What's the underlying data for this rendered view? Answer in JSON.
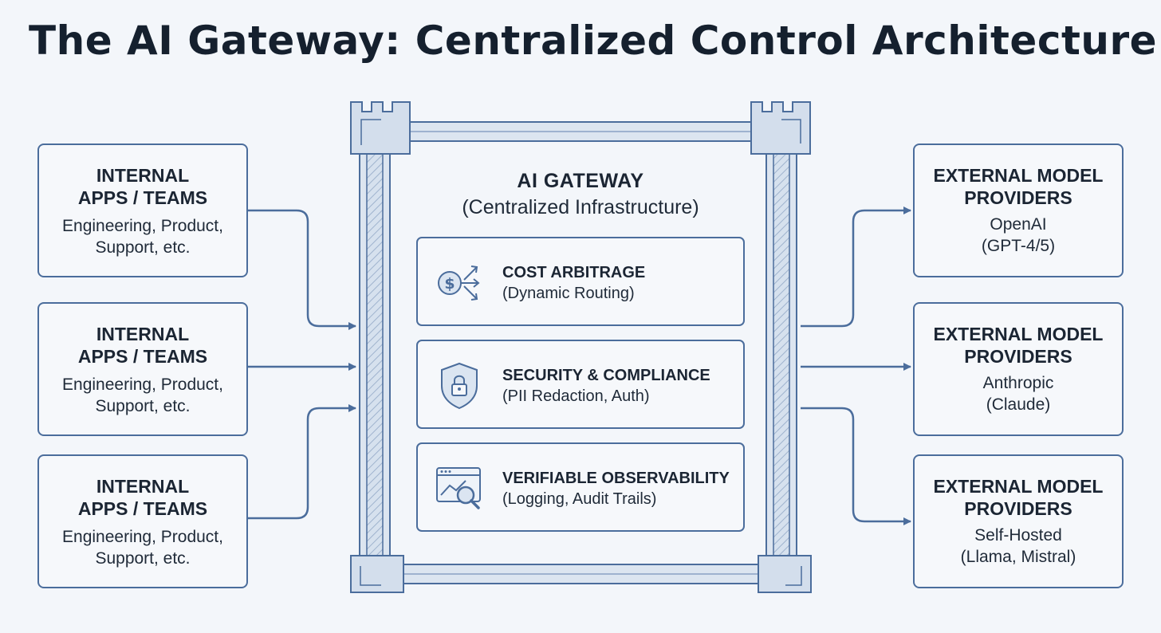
{
  "title": "The AI Gateway: Centralized Control Architecture",
  "internal_apps": [
    {
      "heading_line1": "INTERNAL",
      "heading_line2": "APPS / TEAMS",
      "detail_line1": "Engineering, Product,",
      "detail_line2": "Support, etc."
    },
    {
      "heading_line1": "INTERNAL",
      "heading_line2": "APPS / TEAMS",
      "detail_line1": "Engineering, Product,",
      "detail_line2": "Support, etc."
    },
    {
      "heading_line1": "INTERNAL",
      "heading_line2": "APPS / TEAMS",
      "detail_line1": "Engineering, Product,",
      "detail_line2": "Support, etc."
    }
  ],
  "gateway": {
    "title": "AI GATEWAY",
    "subtitle": "(Centralized Infrastructure)",
    "features": [
      {
        "heading": "COST ARBITRAGE",
        "detail": "(Dynamic Routing)",
        "icon": "dollar-routing-icon"
      },
      {
        "heading": "SECURITY & COMPLIANCE",
        "detail": "(PII Redaction, Auth)",
        "icon": "shield-lock-icon"
      },
      {
        "heading": "VERIFIABLE OBSERVABILITY",
        "detail": "(Logging, Audit Trails)",
        "icon": "chart-magnifier-icon"
      }
    ]
  },
  "providers": [
    {
      "heading_line1": "EXTERNAL MODEL",
      "heading_line2": "PROVIDERS",
      "detail_line1": "OpenAI",
      "detail_line2": "(GPT-4/5)"
    },
    {
      "heading_line1": "EXTERNAL MODEL",
      "heading_line2": "PROVIDERS",
      "detail_line1": "Anthropic",
      "detail_line2": "(Claude)"
    },
    {
      "heading_line1": "EXTERNAL MODEL",
      "heading_line2": "PROVIDERS",
      "detail_line1": "Self-Hosted",
      "detail_line2": "(Llama, Mistral)"
    }
  ],
  "colors": {
    "line": "#4b6d9c",
    "wall_fill": "#d3deec",
    "background": "#f3f6fa",
    "text": "#15202e"
  }
}
